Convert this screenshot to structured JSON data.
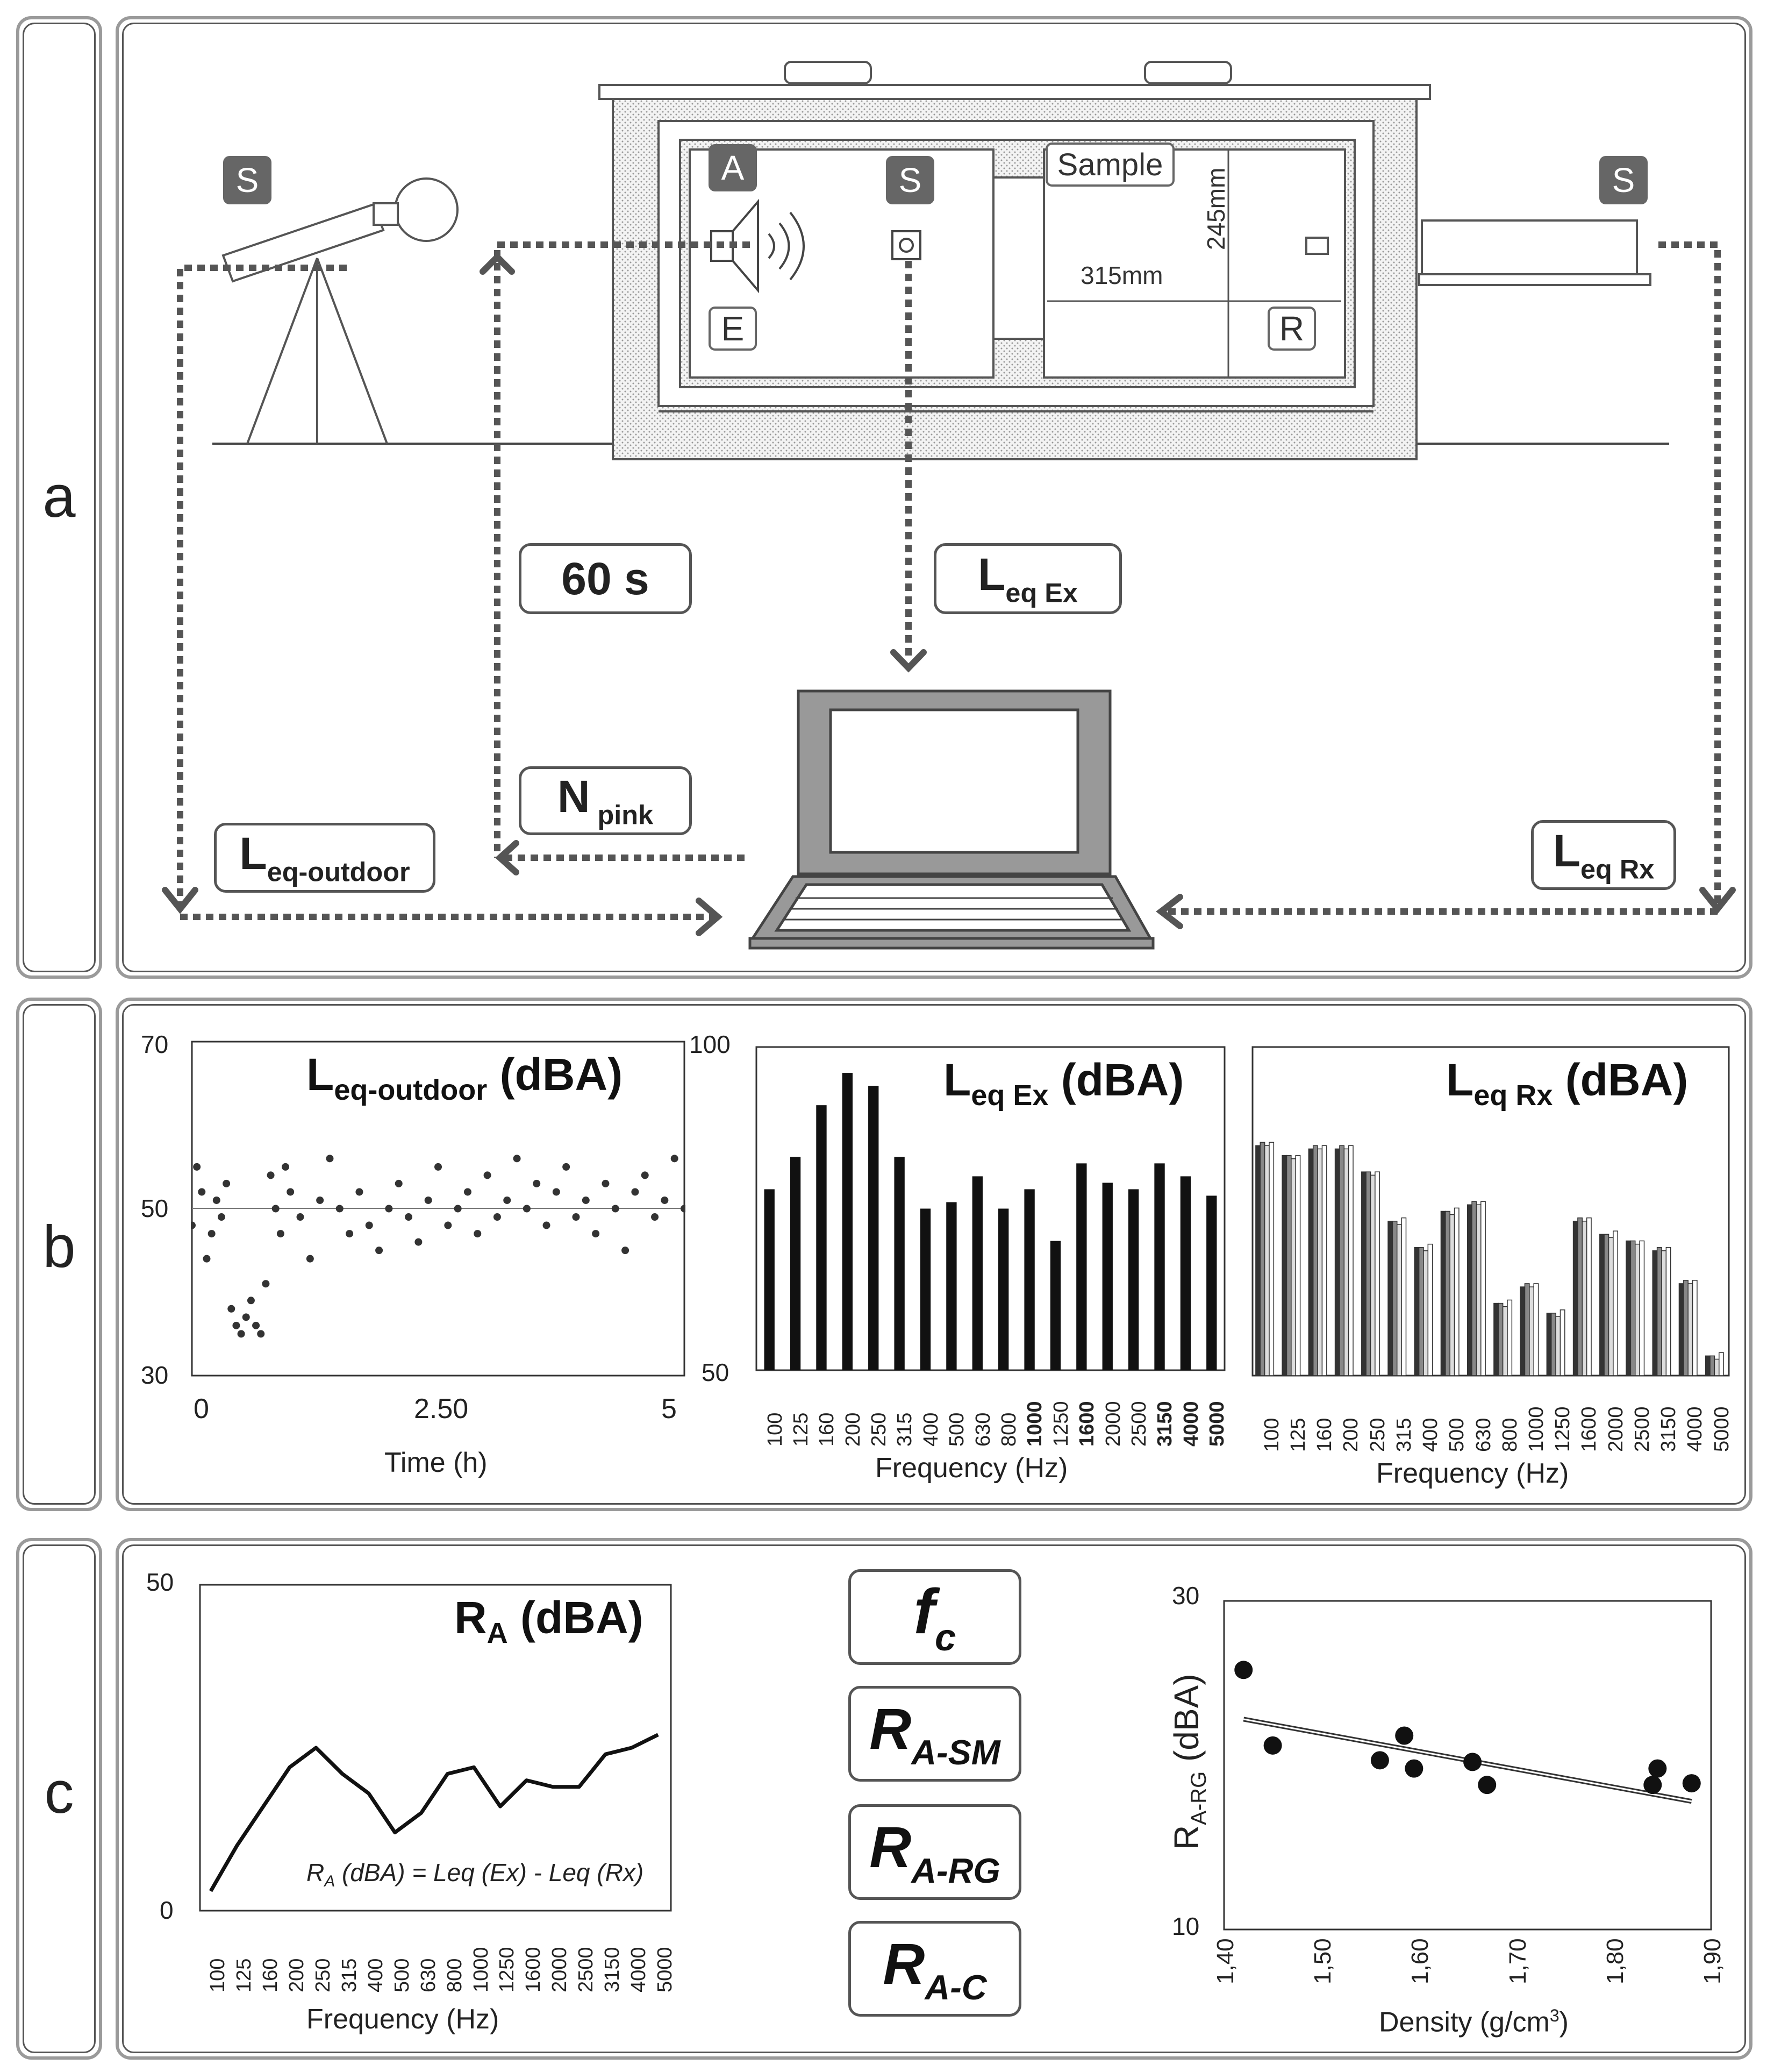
{
  "panels": {
    "a": {
      "letter": "a",
      "tags": {
        "s_left": "S",
        "s_center": "S",
        "s_right": "S",
        "a": "A",
        "e": "E",
        "r": "R"
      },
      "sample_label": "Sample",
      "dim_height": "245mm",
      "dim_width": "315mm",
      "time_box": "60 s",
      "leq_ex": {
        "main": "L",
        "sub": "eq Ex"
      },
      "n_pink": {
        "main": "N",
        "sub": " pink"
      },
      "leq_outdoor": {
        "main": "L",
        "sub": "eq-outdoor"
      },
      "leq_rx": {
        "main": "L",
        "sub": "eq Rx"
      }
    },
    "b": {
      "letter": "b",
      "chart1": {
        "title_main": "L",
        "title_sub": "eq-outdoor",
        "title_unit": " (dBA)",
        "xlabel": "Time (h)",
        "yticks": [
          "70",
          "50",
          "30"
        ],
        "xticks": [
          "0",
          "2.50",
          "5"
        ]
      },
      "chart2": {
        "title_main": "L",
        "title_sub": "eq Ex",
        "title_unit": " (dBA)",
        "xlabel": "Frequency (Hz)",
        "yticks": [
          "100",
          "50"
        ]
      },
      "chart3": {
        "title_main": "L",
        "title_sub": "eq Rx",
        "title_unit": " (dBA)",
        "xlabel": "Frequency (Hz)"
      }
    },
    "c": {
      "letter": "c",
      "chart4": {
        "title_main": "R",
        "title_sub": "A",
        "title_unit": " (dBA)",
        "formula": "R_A (dBA) = Leq (Ex) - Leq (Rx)",
        "formula_parts": {
          "r": "R",
          "a": "A",
          "rest": " (dBA) = Leq (Ex) - Leq (Rx)"
        },
        "xlabel": "Frequency (Hz)",
        "yticks": [
          "50",
          "0"
        ]
      },
      "boxes": [
        {
          "main": "f",
          "sub": "c"
        },
        {
          "main": "R",
          "sub": "A-SM"
        },
        {
          "main": "R",
          "sub": "A-RG"
        },
        {
          "main": "R",
          "sub": "A-C"
        }
      ],
      "chart5": {
        "ylabel_main": "R",
        "ylabel_sub": "A-RG",
        "ylabel_unit": " (dBA)",
        "xlabel": "Density (g/cm",
        "xlabel_sup": "3",
        "xlabel_end": ")",
        "yticks": [
          "30",
          "10"
        ]
      }
    }
  },
  "chart_data": [
    {
      "type": "scatter",
      "title": "Leq-outdoor (dBA)",
      "xlabel": "Time (h)",
      "xlim": [
        0,
        5
      ],
      "ylim": [
        30,
        70
      ],
      "reference_line_y": 50,
      "x": [
        0,
        0.05,
        0.1,
        0.15,
        0.2,
        0.25,
        0.3,
        0.35,
        0.4,
        0.45,
        0.5,
        0.55,
        0.6,
        0.65,
        0.7,
        0.75,
        0.8,
        0.85,
        0.9,
        0.95,
        1.0,
        1.1,
        1.2,
        1.3,
        1.4,
        1.5,
        1.6,
        1.7,
        1.8,
        1.9,
        2.0,
        2.1,
        2.2,
        2.3,
        2.4,
        2.5,
        2.6,
        2.7,
        2.8,
        2.9,
        3.0,
        3.1,
        3.2,
        3.3,
        3.4,
        3.5,
        3.6,
        3.7,
        3.8,
        3.9,
        4.0,
        4.1,
        4.2,
        4.3,
        4.4,
        4.5,
        4.6,
        4.7,
        4.8,
        4.9,
        5.0
      ],
      "y": [
        48,
        55,
        52,
        44,
        47,
        51,
        49,
        53,
        38,
        36,
        35,
        37,
        39,
        36,
        35,
        41,
        54,
        50,
        47,
        55,
        52,
        49,
        44,
        51,
        56,
        50,
        47,
        52,
        48,
        45,
        50,
        53,
        49,
        46,
        51,
        55,
        48,
        50,
        52,
        47,
        54,
        49,
        51,
        56,
        50,
        53,
        48,
        52,
        55,
        49,
        51,
        47,
        53,
        50,
        45,
        52,
        54,
        49,
        51,
        56,
        50
      ]
    },
    {
      "type": "bar",
      "title": "Leq Ex (dBA)",
      "xlabel": "Frequency (Hz)",
      "ylim": [
        50,
        100
      ],
      "categories": [
        "100",
        "125",
        "160",
        "200",
        "250",
        "315",
        "400",
        "500",
        "630",
        "800",
        "1000",
        "1250",
        "1600",
        "2000",
        "2500",
        "3150",
        "4000",
        "5000"
      ],
      "values": [
        78,
        83,
        91,
        96,
        94,
        83,
        75,
        76,
        80,
        75,
        78,
        70,
        82,
        79,
        78,
        82,
        80,
        77
      ]
    },
    {
      "type": "bar",
      "title": "Leq Rx (dBA)",
      "xlabel": "Frequency (Hz)",
      "categories": [
        "100",
        "125",
        "160",
        "200",
        "250",
        "315",
        "400",
        "500",
        "630",
        "800",
        "1000",
        "1250",
        "1600",
        "2000",
        "2500",
        "3150",
        "4000",
        "5000"
      ],
      "series": [
        {
          "values": [
            70,
            67,
            69,
            69,
            62,
            47,
            39,
            50,
            52,
            22,
            27,
            19,
            47,
            43,
            41,
            38,
            28,
            6
          ]
        },
        {
          "values": [
            71,
            67,
            70,
            70,
            62,
            47,
            39,
            50,
            53,
            22,
            28,
            19,
            48,
            43,
            41,
            39,
            29,
            6
          ]
        },
        {
          "values": [
            70,
            66,
            69,
            69,
            61,
            46,
            38,
            49,
            52,
            21,
            27,
            18,
            47,
            42,
            40,
            38,
            28,
            5
          ]
        },
        {
          "values": [
            71,
            67,
            70,
            70,
            62,
            48,
            40,
            51,
            53,
            23,
            28,
            20,
            48,
            44,
            41,
            39,
            29,
            7
          ]
        }
      ]
    },
    {
      "type": "line",
      "title": "RA (dBA)",
      "xlabel": "Frequency (Hz)",
      "ylim": [
        0,
        50
      ],
      "categories": [
        "100",
        "125",
        "160",
        "200",
        "250",
        "315",
        "400",
        "500",
        "630",
        "800",
        "1000",
        "1250",
        "1600",
        "2000",
        "2500",
        "3150",
        "4000",
        "5000"
      ],
      "values": [
        3,
        10,
        16,
        22,
        25,
        21,
        18,
        12,
        15,
        21,
        22,
        16,
        20,
        19,
        19,
        24,
        25,
        27
      ]
    },
    {
      "type": "scatter",
      "ylabel": "RA-RG (dBA)",
      "xlabel": "Density (g/cm3)",
      "xlim": [
        1.4,
        1.9
      ],
      "ylim": [
        10,
        30
      ],
      "xticks": [
        "1,40",
        "1,50",
        "1,60",
        "1,70",
        "1,80",
        "1,90"
      ],
      "x": [
        1.42,
        1.45,
        1.56,
        1.585,
        1.595,
        1.655,
        1.67,
        1.84,
        1.845,
        1.88
      ],
      "y": [
        25.8,
        21.2,
        20.3,
        21.8,
        19.8,
        20.2,
        18.8,
        18.8,
        19.8,
        18.9
      ],
      "trendline": {
        "x": [
          1.42,
          1.88
        ],
        "y": [
          22.8,
          17.8
        ]
      }
    }
  ]
}
